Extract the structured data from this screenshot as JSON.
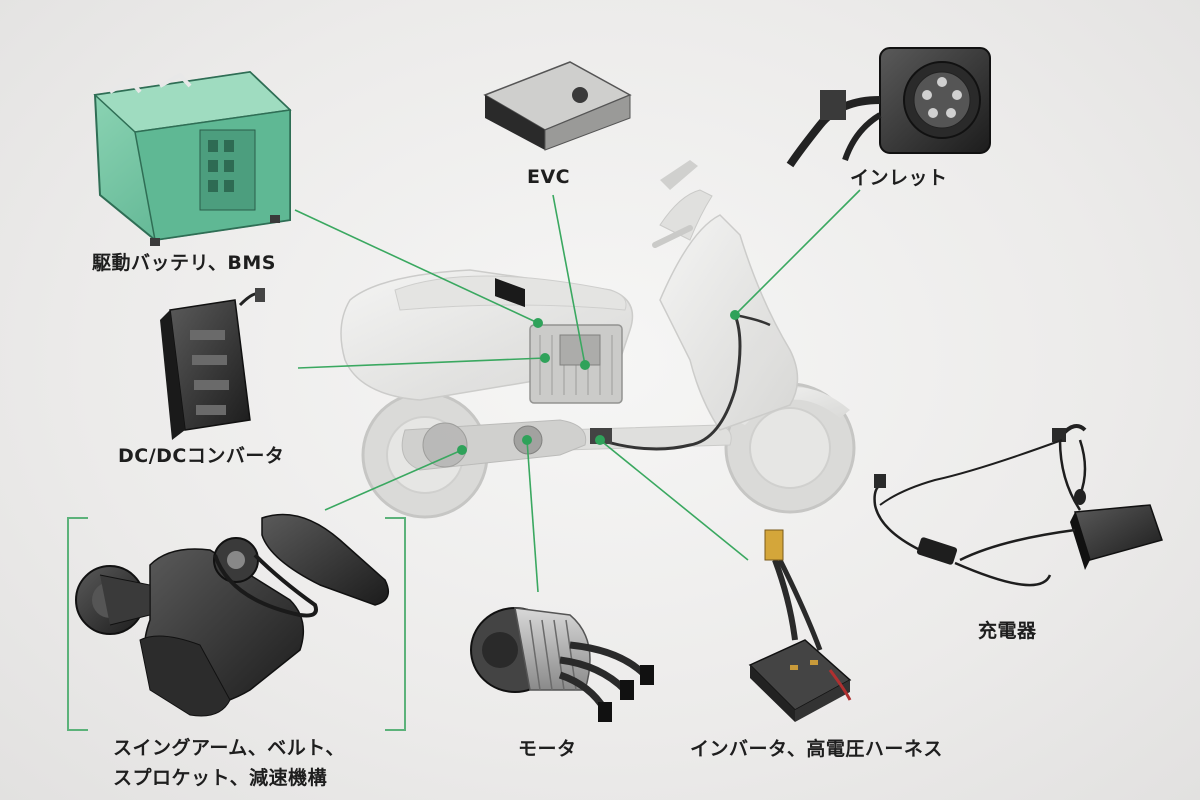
{
  "labels": {
    "battery": "駆動バッテリ、BMS",
    "evc": "EVC",
    "inlet": "インレット",
    "dcdc": "DC/DCコンバータ",
    "swingarm_line1": "スイングアーム、ベルト、",
    "swingarm_line2": "スプロケット、減速機構",
    "motor": "モータ",
    "inverter": "インバータ、高電圧ハーネス",
    "charger": "充電器"
  },
  "colors": {
    "leader_line": "#3aa860",
    "leader_dot": "#2fa25a",
    "battery_case": "#6fc0a0",
    "bracket": "#5cb27a"
  }
}
